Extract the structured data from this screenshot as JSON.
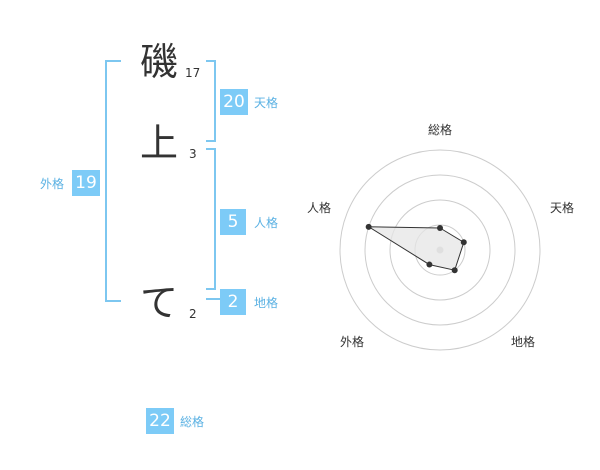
{
  "name": {
    "chars": [
      {
        "char": "磯",
        "strokes": "17"
      },
      {
        "char": "上",
        "strokes": "3"
      },
      {
        "char": "て",
        "strokes": "2"
      }
    ]
  },
  "kakusu": {
    "tenkaku": {
      "value": "20",
      "label": "天格"
    },
    "jinkaku": {
      "value": "5",
      "label": "人格"
    },
    "chikaku": {
      "value": "2",
      "label": "地格"
    },
    "gaikaku": {
      "value": "19",
      "label": "外格"
    },
    "soukaku": {
      "value": "22",
      "label": "総格"
    }
  },
  "radar": {
    "axes": [
      "総格",
      "天格",
      "地格",
      "外格",
      "人格"
    ],
    "scores": [
      0.22,
      0.25,
      0.25,
      0.18,
      0.75
    ],
    "max": 1,
    "rings": 4,
    "line_color": "#333333",
    "fill_color": "#e6e6e6",
    "ring_color": "#cccccc"
  },
  "colors": {
    "badge": "#7dcbf7",
    "bracket": "#7dc7f0",
    "label": "#5ab1e3"
  }
}
